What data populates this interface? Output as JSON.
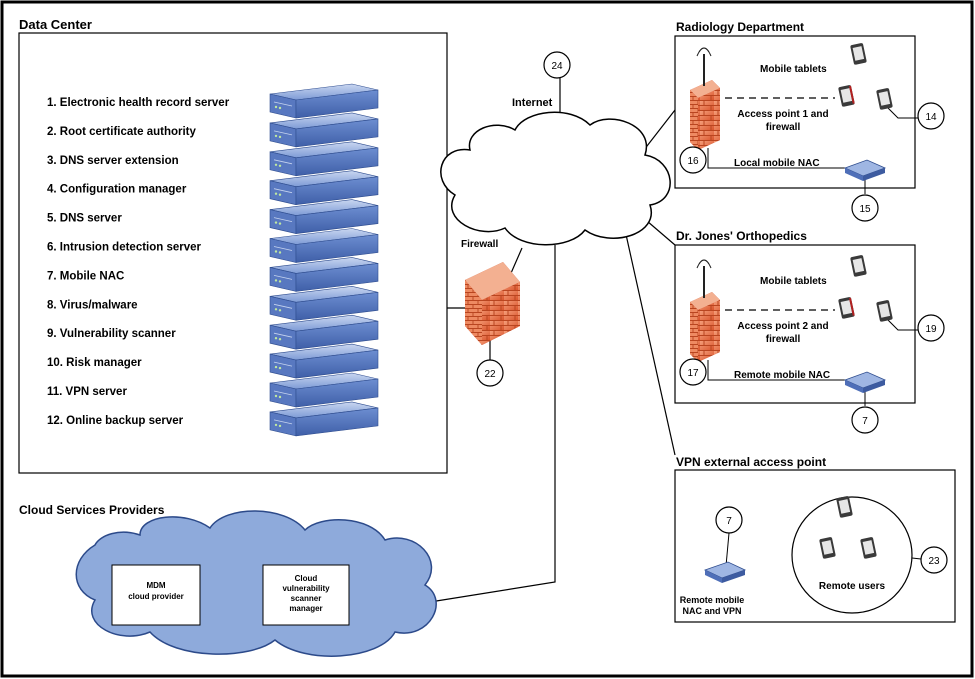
{
  "data_center": {
    "title": "Data Center",
    "servers": [
      "1. Electronic health record server",
      "2. Root certificate authority",
      "3. DNS server extension",
      "4. Configuration manager",
      "5. DNS server",
      "6. Intrusion detection server",
      "7. Mobile NAC",
      "8. Virus/malware",
      "9. Vulnerability scanner",
      "10. Risk manager",
      "11. VPN server",
      "12. Online backup server"
    ]
  },
  "internet": {
    "label": "Internet",
    "number": "24"
  },
  "firewall": {
    "label": "Firewall",
    "number": "22"
  },
  "radiology": {
    "title": "Radiology Department",
    "tablets_label": "Mobile tablets",
    "ap_label_1": "Access point 1 and",
    "ap_label_2": "firewall",
    "nac_label": "Local mobile NAC",
    "fw_number": "16",
    "tablet_number": "14",
    "nac_number": "15"
  },
  "orthopedics": {
    "title": "Dr. Jones' Orthopedics",
    "tablets_label": "Mobile tablets",
    "ap_label_1": "Access point 2 and",
    "ap_label_2": "firewall",
    "nac_label": "Remote mobile NAC",
    "fw_number": "17",
    "tablet_number": "19",
    "nac_number": "7"
  },
  "vpn": {
    "title": "VPN external access point",
    "nac_label_1": "Remote mobile",
    "nac_label_2": "NAC and VPN",
    "nac_number": "7",
    "users_label": "Remote users",
    "users_number": "23"
  },
  "cloud": {
    "title": "Cloud Services Providers",
    "mdm_1": "MDM",
    "mdm_2": "cloud provider",
    "scanner_1": "Cloud",
    "scanner_2": "vulnerability",
    "scanner_3": "scanner",
    "scanner_4": "manager"
  },
  "colors": {
    "server": "#5b7fc8",
    "firewall": "#e8734a",
    "cloud_fill": "#8eaadb",
    "device": "#3a3a3a"
  }
}
